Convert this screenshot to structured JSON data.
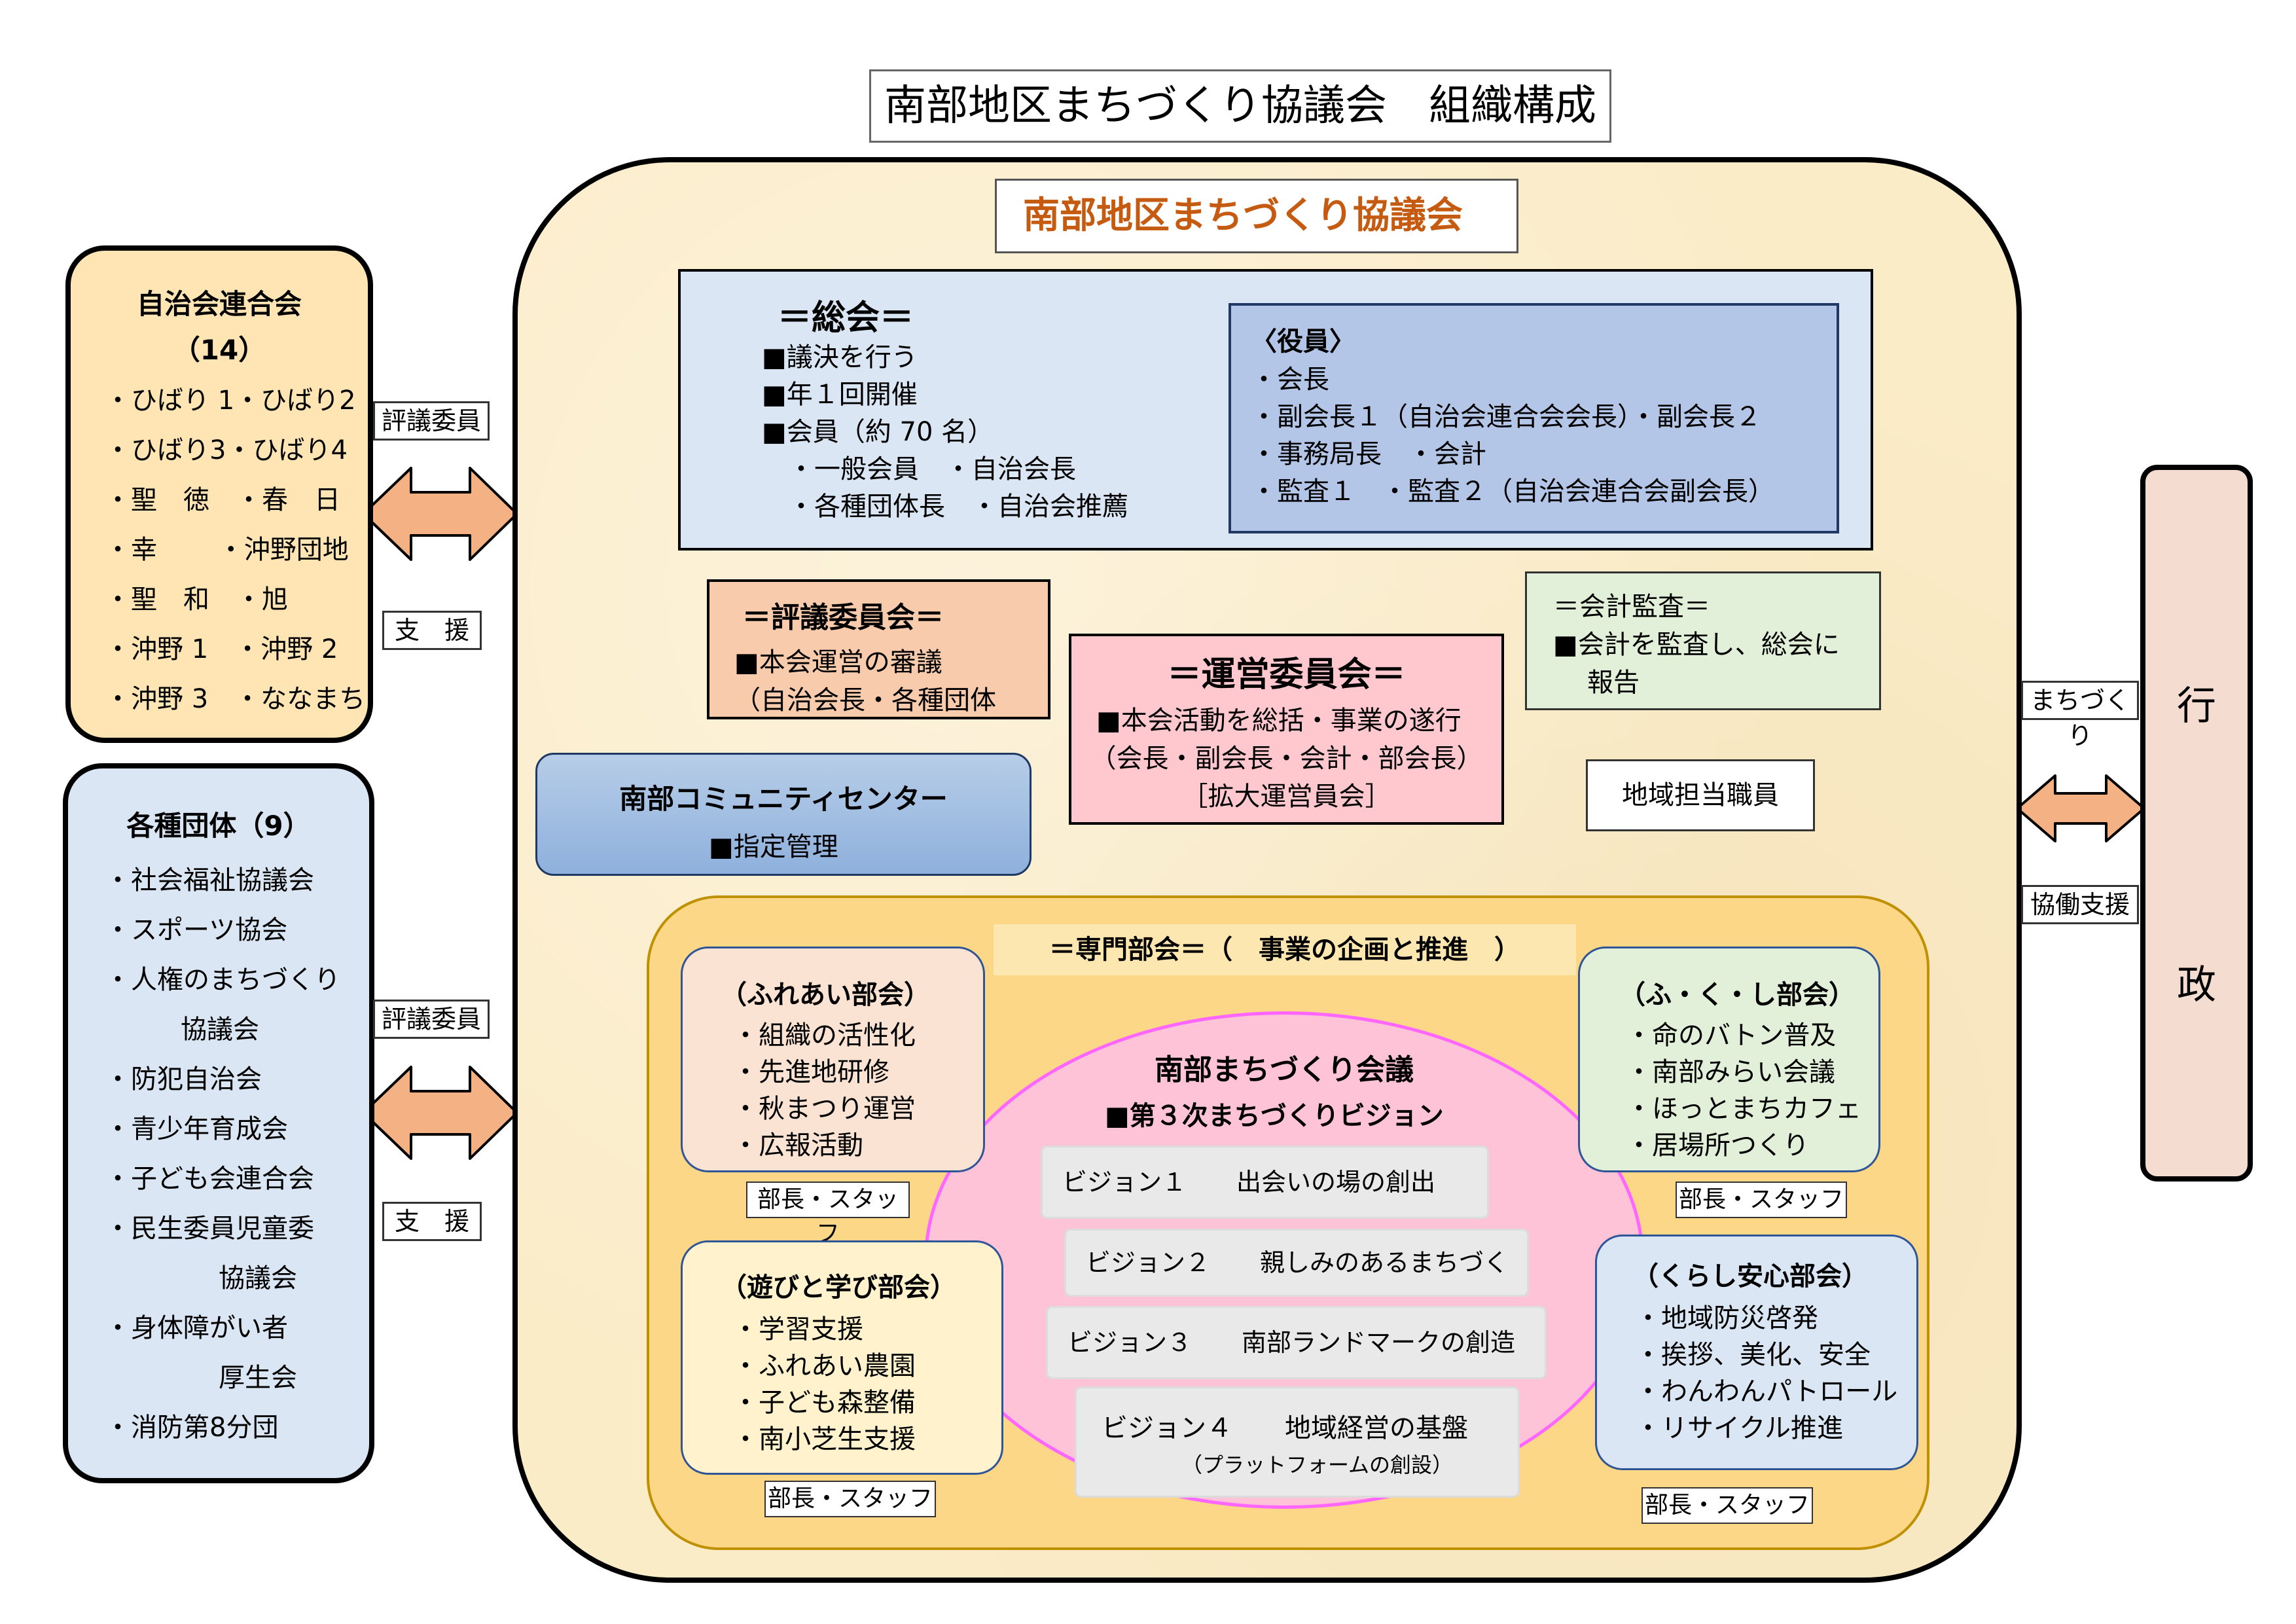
{
  "page": {
    "title": "南部地区まちづくり協議会　組織構成"
  },
  "council": {
    "name": "南部地区まちづくり協議会"
  },
  "soukai": {
    "title": "＝総会＝",
    "items": [
      "■議決を行う",
      "■年１回開催",
      "■会員（約 70 名）",
      "・一般会員　・自治会長",
      "・各種団体長　・自治会推薦"
    ]
  },
  "yakuin": {
    "title": "〈役員〉",
    "items": [
      "・会長",
      "・副会長１（自治会連合会会長）・副会長２",
      "・事務局長　・会計",
      "・監査１　・監査２（自治会連合会副会長）"
    ]
  },
  "hyogi": {
    "title": "＝評議委員会＝",
    "items": [
      "■本会運営の審議",
      "（自治会長・各種団体"
    ]
  },
  "unei": {
    "title": "＝運営委員会＝",
    "items": [
      "■本会活動を総括・事業の遂行",
      "（会長・副会長・会計・部会長）",
      "［拡大運営員会］"
    ]
  },
  "kansa": {
    "title": "＝会計監査＝",
    "items": [
      "■会計を監査し、総会に",
      "報告"
    ]
  },
  "center": {
    "title": "南部コミュニティセンター",
    "sub": "■指定管理"
  },
  "chiiki": {
    "label": "地域担当職員"
  },
  "senmon": {
    "title": "＝専門部会＝（　事業の企画と推進　）"
  },
  "kaigi": {
    "title": "南部まちづくり会議",
    "sub": "■第３次まちづくりビジョン"
  },
  "visions": [
    {
      "label": "ビジョン１　　出会いの場の創出"
    },
    {
      "label": "ビジョン２　　親しみのあるまちづくり"
    },
    {
      "label": "ビジョン３　　南部ランドマークの創造"
    },
    {
      "label": "ビジョン４　　地域経営の基盤",
      "sub": "（プラットフォームの創設）"
    }
  ],
  "bukai": [
    {
      "title": "（ふれあい部会）",
      "items": [
        "・組織の活性化",
        "・先進地研修",
        "・秋まつり運営",
        "・広報活動"
      ],
      "staff": "部長・スタッフ"
    },
    {
      "title": "（ふ・く・し部会）",
      "items": [
        "・命のバトン普及",
        "・南部みらい会議",
        "・ほっとまちカフェ",
        "・居場所つくり"
      ],
      "staff": "部長・スタッフ"
    },
    {
      "title": "（遊びと学び部会）",
      "items": [
        "・学習支援",
        "・ふれあい農園",
        "・子ども森整備",
        "・南小芝生支援"
      ],
      "staff": "部長・スタッフ"
    },
    {
      "title": "（くらし安心部会）",
      "items": [
        "・地域防災啓発",
        "・挨拶、美化、安全",
        "・わんわんパトロール",
        "・リサイクル推進"
      ],
      "staff": "部長・スタッフ"
    }
  ],
  "jichikai": {
    "title": "自治会連合会",
    "count": "（14）",
    "items": [
      "・ひばり 1・ひばり2",
      "・ひばり3・ひばり4",
      "・聖　徳　・春　日",
      "・幸　　 ・沖野団地",
      "・聖　和　・旭",
      "・沖野 1　・沖野 2",
      "・沖野 3　・ななまち"
    ]
  },
  "dantai": {
    "title": "各種団体（9）",
    "items": [
      "・社会福祉協議会",
      "・スポーツ協会",
      "・人権のまちづくり",
      "協議会",
      "・防犯自治会",
      "・青少年育成会",
      "・子ども会連合会",
      "・民生委員児童委",
      "協議会",
      "・身体障がい者",
      "厚生会",
      "・消防第8分団"
    ]
  },
  "left_labels": {
    "hyogi1": "評議委員",
    "shien1": "支　援",
    "hyogi2": "評議委員",
    "shien2": "支　援"
  },
  "right_labels": {
    "machi": "まちづくり",
    "kyodo": "協働支援"
  },
  "gyosei": {
    "top": "行",
    "bottom": "政"
  },
  "colors": {
    "council_text": "#c55a11",
    "arrow_red": "#e8252a",
    "arrow_peach": "#f4b183",
    "vision_ring": "#ff66ff"
  }
}
